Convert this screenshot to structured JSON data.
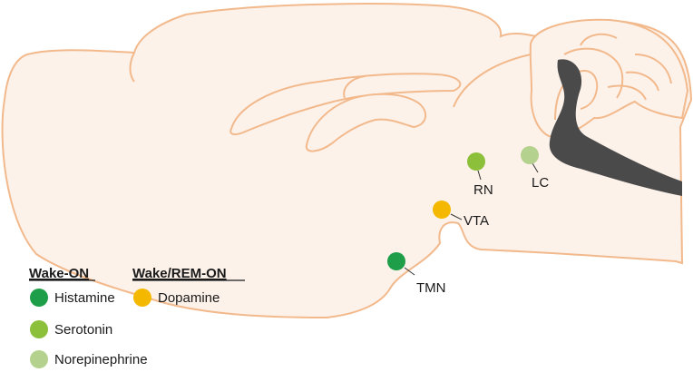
{
  "colors": {
    "tissue_fill": "#fdf2ea",
    "outline": "#f2b98c",
    "ventricle": "#4a4a4a",
    "histamine": "#1f9e4a",
    "serotonin": "#8cbf3a",
    "norepinephrine": "#b5d18e",
    "dopamine": "#f5b800"
  },
  "nuclei": [
    {
      "label": "RN",
      "color_key": "serotonin"
    },
    {
      "label": "LC",
      "color_key": "norepinephrine"
    },
    {
      "label": "VTA",
      "color_key": "dopamine"
    },
    {
      "label": "TMN",
      "color_key": "histamine"
    }
  ],
  "legend": {
    "wake_on": {
      "heading": "Wake-ON",
      "items": [
        {
          "label": "Histamine",
          "color_key": "histamine"
        },
        {
          "label": "Serotonin",
          "color_key": "serotonin"
        },
        {
          "label": "Norepinephrine",
          "color_key": "norepinephrine"
        }
      ]
    },
    "wake_rem_on": {
      "heading": "Wake/REM-ON",
      "items": [
        {
          "label": "Dopamine",
          "color_key": "dopamine"
        }
      ]
    }
  }
}
